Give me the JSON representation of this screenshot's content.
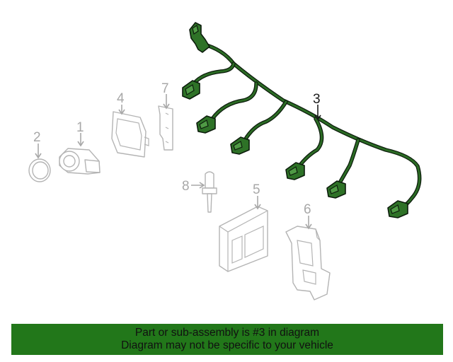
{
  "diagram": {
    "callouts": [
      {
        "id": "1",
        "label": "1"
      },
      {
        "id": "2",
        "label": "2"
      },
      {
        "id": "3",
        "label": "3"
      },
      {
        "id": "4",
        "label": "4"
      },
      {
        "id": "5",
        "label": "5"
      },
      {
        "id": "6",
        "label": "6"
      },
      {
        "id": "7",
        "label": "7"
      },
      {
        "id": "8",
        "label": "8"
      }
    ],
    "highlighted_part": "3",
    "colors": {
      "harness": "#2b6b24",
      "harness_outline": "#0c1c0c",
      "other_parts": "#b4b4b4",
      "banner": "#22771a"
    }
  },
  "banner": {
    "line1": "Part or sub-assembly is #3 in diagram",
    "line2": "Diagram may not be specific to your vehicle"
  }
}
